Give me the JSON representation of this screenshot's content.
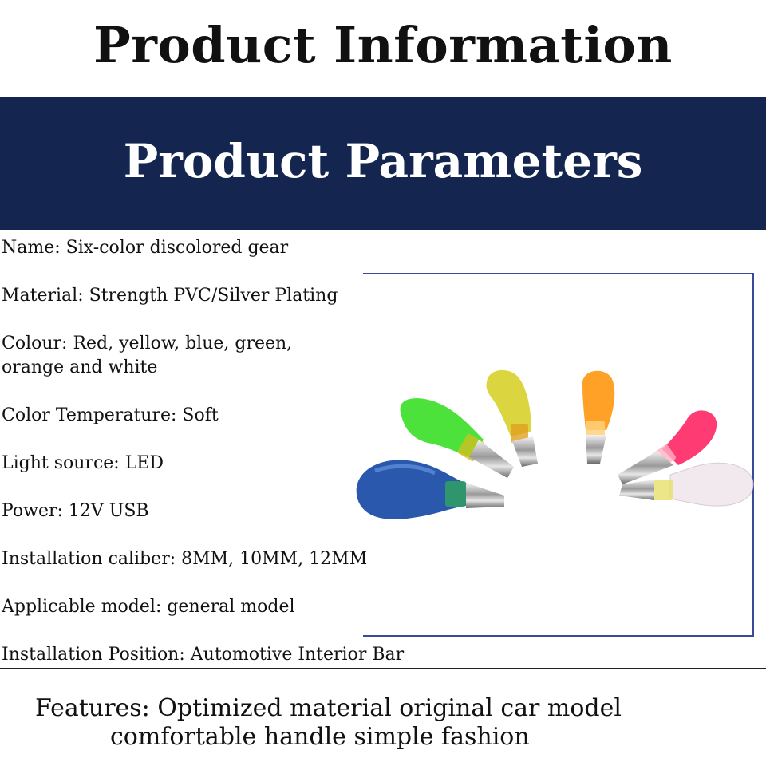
{
  "header": {
    "title": "Product Information"
  },
  "banner": {
    "title": "Product Parameters"
  },
  "parameters": [
    {
      "text": "Name: Six-color discolored gear"
    },
    {
      "text": "Material: Strength PVC/Silver Plating"
    },
    {
      "text": "Colour: Red, yellow, blue, green,"
    },
    {
      "text": "orange and white"
    },
    {
      "text": "Color Temperature: Soft"
    },
    {
      "text": "Light source: LED"
    },
    {
      "text": "Power: 12V USB"
    },
    {
      "text": "Installation caliber: 8MM, 10MM, 12MM"
    },
    {
      "text": "Applicable model: general model"
    },
    {
      "text": "Installation Position: Automotive Interior Bar"
    }
  ],
  "features": {
    "line1": "Features: Optimized material   original car model",
    "line2": "comfortable handle    simple fashion"
  },
  "colors": {
    "banner_bg": "#142650",
    "frame": "#3a4a9a",
    "knob_blue": "#1e4fa8",
    "knob_green": "#3ee02a",
    "knob_yellow": "#d8d230",
    "knob_orange": "#ff9a1a",
    "knob_red": "#ff2f6a",
    "knob_white": "#f2e8ee"
  }
}
